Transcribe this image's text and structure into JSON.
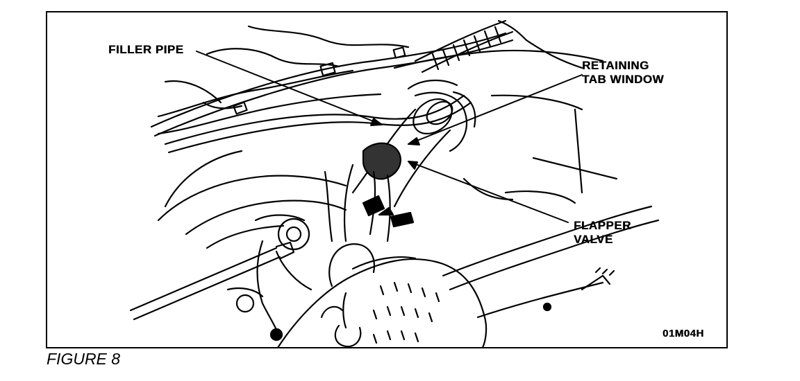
{
  "labels": {
    "filler_pipe": "FILLER PIPE",
    "retaining_tab_line1": "RETAINING",
    "retaining_tab_line2": "TAB WINDOW",
    "flapper_valve_line1": "FLAPPER",
    "flapper_valve_line2": "VALVE"
  },
  "figure_code": "01M04H",
  "caption": "FIGURE 8"
}
